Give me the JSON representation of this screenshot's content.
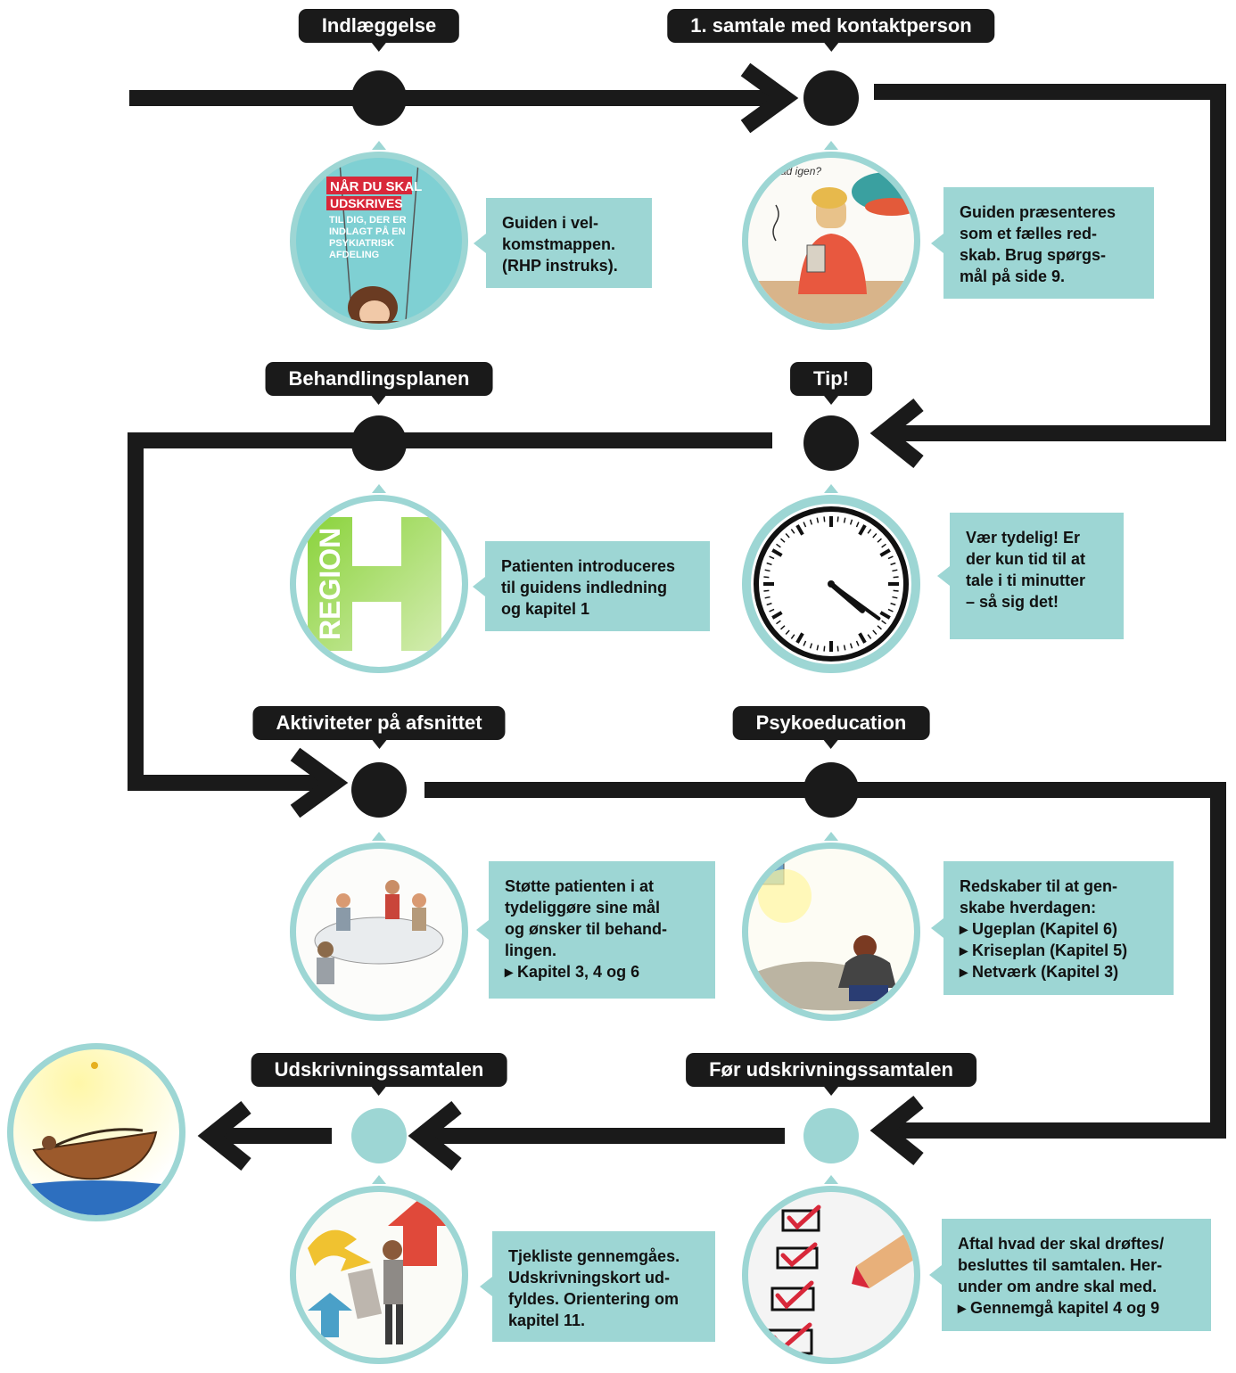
{
  "colors": {
    "line": "#1a1a1a",
    "accent": "#9dd6d4",
    "dot_active": "#1a1a1a",
    "dot_future": "#9dd6d4"
  },
  "steps": [
    {
      "label": "Indlæggelse",
      "image": "welcome-guide-cover-image",
      "cover": [
        "NÅR DU SKAL",
        "UDSKRIVES",
        "TIL DIG, DER ER",
        "INDLAGT PÅ EN",
        "PSYKIATRISK",
        "AFDELING"
      ],
      "note": [
        "Guiden i vel-",
        "komstmappen.",
        "(RHP instruks)."
      ]
    },
    {
      "label": "1. samtale med kontaktperson",
      "image": "conversation-drawing-image",
      "caption": "e mad igen?",
      "note": [
        "Guiden præsenteres",
        "som et fælles red-",
        "skab. Brug spørgs-",
        "mål på side 9."
      ]
    },
    {
      "label": "Tip!",
      "image": "clock-image",
      "note": [
        "Vær tydelig! Er",
        "der kun tid til at",
        "tale i ti minutter",
        "– så sig det!"
      ]
    },
    {
      "label": "Behandlingsplanen",
      "image": "region-logo-image",
      "logo_text": "REGION",
      "note": [
        "Patienten introduceres",
        "til guidens indledning",
        "og kapitel 1"
      ]
    },
    {
      "label": "Psykoeducation",
      "image": "everyday-tools-drawing-image",
      "note": [
        "Redskaber til at gen-",
        "skabe hverdagen:",
        "▸  Ugeplan (Kapitel 6)",
        "▸  Kriseplan (Kapitel 5)",
        "▸  Netværk (Kapitel 3)"
      ]
    },
    {
      "label": "Aktiviteter på afsnittet",
      "image": "group-activity-drawing-image",
      "note": [
        "Støtte patienten i at",
        "tydeliggøre sine mål",
        "og ønsker til behand-",
        "lingen.",
        "▸ Kapitel 3, 4 og 6"
      ]
    },
    {
      "label": "Før udskrivningssamtalen",
      "image": "checklist-image",
      "note": [
        "Aftal hvad der skal drøftes/",
        "besluttes til samtalen. Her-",
        "under om andre skal med.",
        "▸ Gennemgå kapitel 4 og 9"
      ]
    },
    {
      "label": "Udskrivningssamtalen",
      "image": "discharge-drawing-image",
      "note": [
        "Tjekliste gennemgåes.",
        "Udskrivningskort ud-",
        "fyldes. Orientering om",
        "kapitel 11."
      ]
    }
  ],
  "final": {
    "image": "boat-drawing-image"
  },
  "clock": {
    "hour": 4,
    "minute": 21
  }
}
